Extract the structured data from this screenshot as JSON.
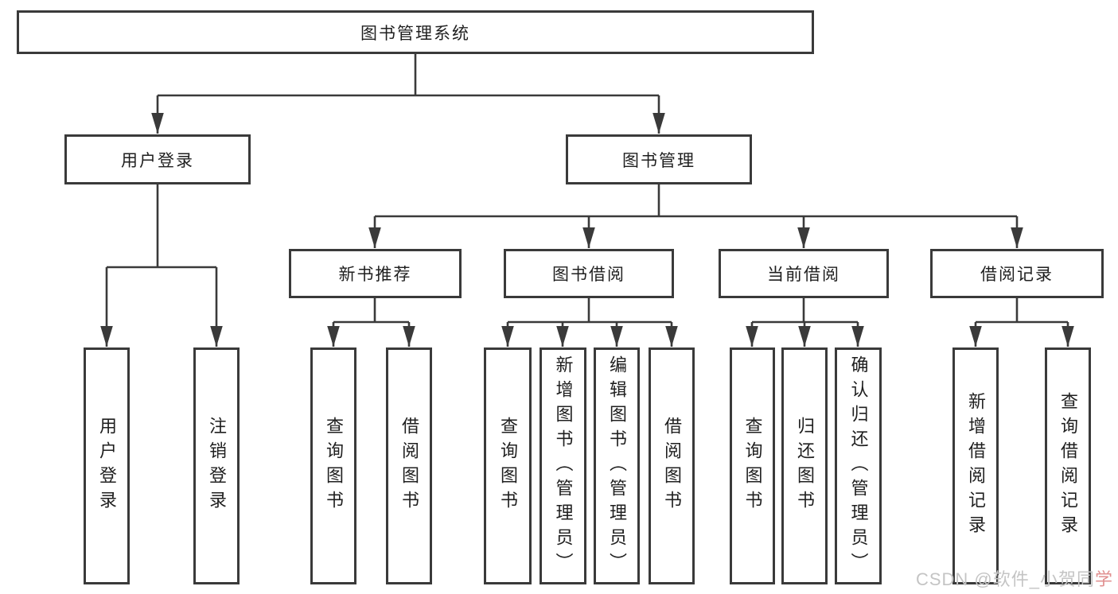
{
  "diagram": {
    "root": {
      "label": "图书管理系统"
    },
    "level2": [
      {
        "label": "用户登录"
      },
      {
        "label": "图书管理"
      }
    ],
    "level3": [
      {
        "label": "新书推荐"
      },
      {
        "label": "图书借阅"
      },
      {
        "label": "当前借阅"
      },
      {
        "label": "借阅记录"
      }
    ],
    "leaves": {
      "login": [
        "用户登录",
        "注销登录"
      ],
      "newbook": [
        "查询图书",
        "借阅图书"
      ],
      "borrow": [
        "查询图书",
        "新增图书（管理员）",
        "编辑图书（管理员）",
        "借阅图书"
      ],
      "current": [
        "查询图书",
        "归还图书",
        "确认归还（管理员）"
      ],
      "records": [
        "新增借阅记录",
        "查询借阅记录"
      ]
    }
  },
  "watermark": {
    "main": "CSDN @软件_小贺同",
    "accent": "学"
  },
  "colors": {
    "line": "#3a3a3a",
    "box_border": "#3a3a3a",
    "text": "#1f1f1f",
    "background": "#ffffff",
    "watermark": "#c4c4c4",
    "watermark_accent": "#e08f8f"
  }
}
